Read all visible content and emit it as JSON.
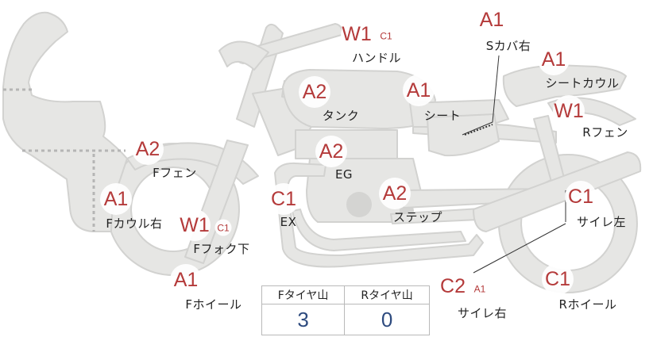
{
  "parts": [
    {
      "id": "handle",
      "label": "ハンドル",
      "grades": [
        "W1",
        "C1"
      ]
    },
    {
      "id": "s-cover-r",
      "label": "Sカバ右",
      "grades": [
        "A1"
      ]
    },
    {
      "id": "seat-cowl",
      "label": "シートカウル",
      "grades": [
        "A1"
      ]
    },
    {
      "id": "tank",
      "label": "タンク",
      "grades": [
        "A2"
      ]
    },
    {
      "id": "seat",
      "label": "シート",
      "grades": [
        "A1"
      ]
    },
    {
      "id": "r-fender",
      "label": "Rフェン",
      "grades": [
        "W1"
      ]
    },
    {
      "id": "f-fender",
      "label": "Fフェン",
      "grades": [
        "A2"
      ]
    },
    {
      "id": "engine",
      "label": "EG",
      "grades": [
        "A2"
      ]
    },
    {
      "id": "f-cowl-r",
      "label": "Fカウル右",
      "grades": [
        "A1"
      ]
    },
    {
      "id": "exhaust",
      "label": "EX",
      "grades": [
        "C1"
      ]
    },
    {
      "id": "step",
      "label": "ステップ",
      "grades": [
        "A2"
      ]
    },
    {
      "id": "muffler-l",
      "label": "サイレ左",
      "grades": [
        "C1"
      ]
    },
    {
      "id": "f-fork-low",
      "label": "Fフォク下",
      "grades": [
        "W1",
        "C1"
      ]
    },
    {
      "id": "f-wheel",
      "label": "Fホイール",
      "grades": [
        "A1"
      ]
    },
    {
      "id": "muffler-r",
      "label": "サイレ右",
      "grades": [
        "C2",
        "A1"
      ]
    },
    {
      "id": "r-wheel",
      "label": "Rホイール",
      "grades": [
        "C1"
      ]
    }
  ],
  "tread": {
    "headers": [
      "Fタイヤ山",
      "Rタイヤ山"
    ],
    "values": [
      "3",
      "0"
    ]
  },
  "colors": {
    "body_fill": "#e6e6e4",
    "body_stroke": "#d2d2d0",
    "grade_text": "#b43a3a",
    "label_text": "#222222",
    "value_text": "#2e4b7f",
    "table_border": "#b9b9b9",
    "dotted_line": "#b5b5b5"
  }
}
